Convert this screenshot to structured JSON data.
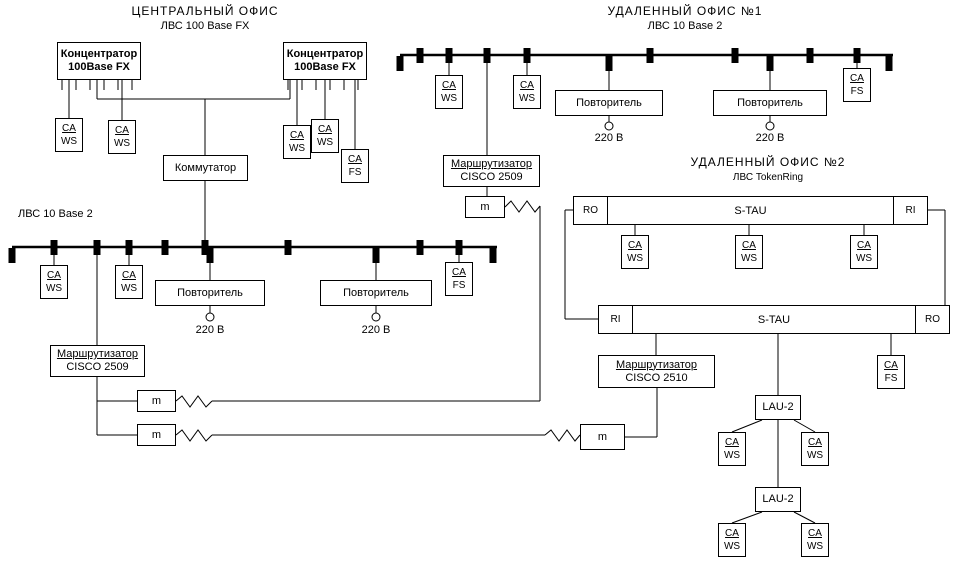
{
  "titles": {
    "central": {
      "name": "ЦЕНТРАЛЬНЫЙ ОФИС",
      "lan": "ЛВС 100 Base FX"
    },
    "office1": {
      "name": "УДАЛЕННЫЙ ОФИС №1",
      "lan": "ЛВС 10 Base 2"
    },
    "office2": {
      "name": "УДАЛЕННЫЙ ОФИС №2",
      "lan": "ЛВС TokenRing"
    },
    "left_lan": "ЛВС 10 Base 2"
  },
  "devices": {
    "hub": {
      "line1": "Концентратор",
      "line2": "100Base FX"
    },
    "switch": "Коммутатор",
    "repeater": "Повторитель",
    "router_2509": {
      "line1": "Маршрутизатор",
      "line2": "CISCO 2509"
    },
    "router_2510": {
      "line1": "Маршрутизатор",
      "line2": "CISCO 2510"
    },
    "modem": "m",
    "stau": "S-TAU",
    "lau": "LAU-2",
    "port_ro": "RO",
    "port_ri": "RI"
  },
  "stations": {
    "adapter": "CA",
    "workstation": "WS",
    "fileserver": "FS"
  },
  "power_label": "220 В"
}
